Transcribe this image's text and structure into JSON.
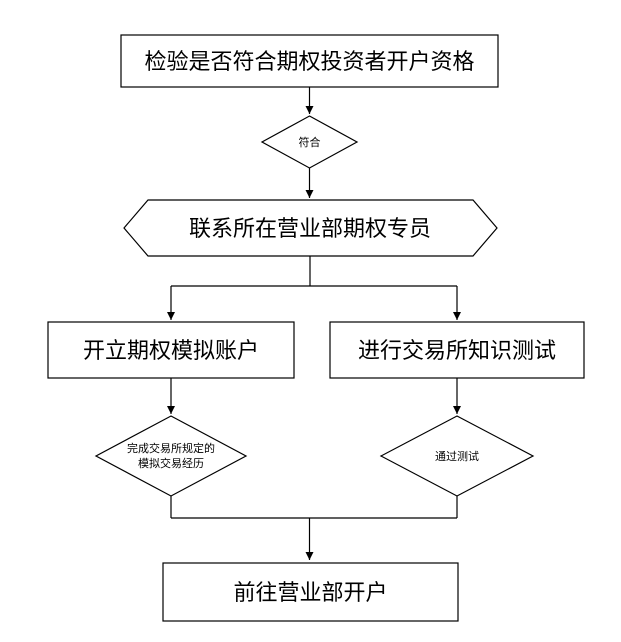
{
  "flowchart": {
    "step1": "检验是否符合期权投资者开户资格",
    "decision1": "符合",
    "step2": "联系所在营业部期权专员",
    "left_branch": {
      "step": "开立期权模拟账户",
      "decision_line1": "完成交易所规定的",
      "decision_line2": "模拟交易经历"
    },
    "right_branch": {
      "step": "进行交易所知识测试",
      "decision": "通过测试"
    },
    "final_step": "前往营业部开户"
  }
}
